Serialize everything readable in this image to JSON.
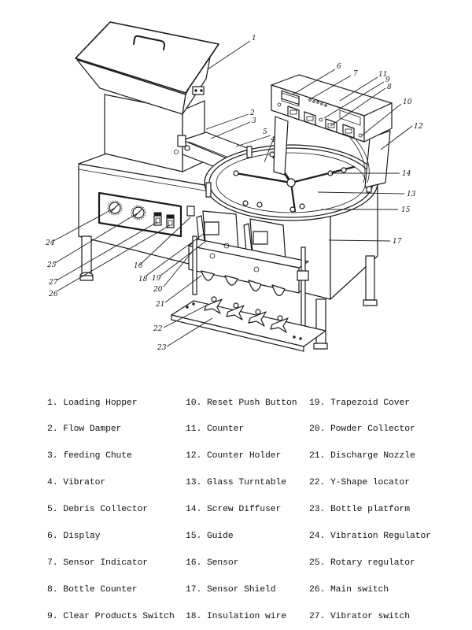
{
  "figure": {
    "type": "exploded technical line drawing",
    "subject": "Capsule/tablet counting machine with hopper, glass turntable, counters and bottle platform"
  },
  "callouts": [
    {
      "n": "1"
    },
    {
      "n": "2"
    },
    {
      "n": "3"
    },
    {
      "n": "4"
    },
    {
      "n": "5"
    },
    {
      "n": "6"
    },
    {
      "n": "7"
    },
    {
      "n": "8"
    },
    {
      "n": "9"
    },
    {
      "n": "10"
    },
    {
      "n": "11"
    },
    {
      "n": "12"
    },
    {
      "n": "13"
    },
    {
      "n": "14"
    },
    {
      "n": "15"
    },
    {
      "n": "16"
    },
    {
      "n": "17"
    },
    {
      "n": "18"
    },
    {
      "n": "19"
    },
    {
      "n": "20"
    },
    {
      "n": "21"
    },
    {
      "n": "22"
    },
    {
      "n": "23"
    },
    {
      "n": "24"
    },
    {
      "n": "25"
    },
    {
      "n": "26"
    },
    {
      "n": "27"
    }
  ],
  "legend": {
    "columns": [
      [
        "1. Loading Hopper",
        "2. Flow Damper",
        "3. feeding Chute",
        "4. Vibrator",
        "5. Debris Collector",
        "6. Display",
        "7. Sensor Indicator",
        "8. Bottle Counter",
        "9. Clear Products Switch"
      ],
      [
        "10. Reset Push Button",
        "11. Counter",
        "12. Counter Holder",
        "13. Glass Turntable",
        "14. Screw Diffuser",
        "15. Guide",
        "16. Sensor",
        "17. Sensor Shield",
        "18. Insulation wire"
      ],
      [
        "19. Trapezoid Cover",
        "20. Powder Collector",
        "21. Discharge Nozzle",
        "22. Y-Shape locator",
        "23. Bottle platform",
        "24. Vibration Regulator",
        "25. Rotary regulator",
        "26. Main switch",
        "27. Vibrator switch"
      ]
    ]
  }
}
